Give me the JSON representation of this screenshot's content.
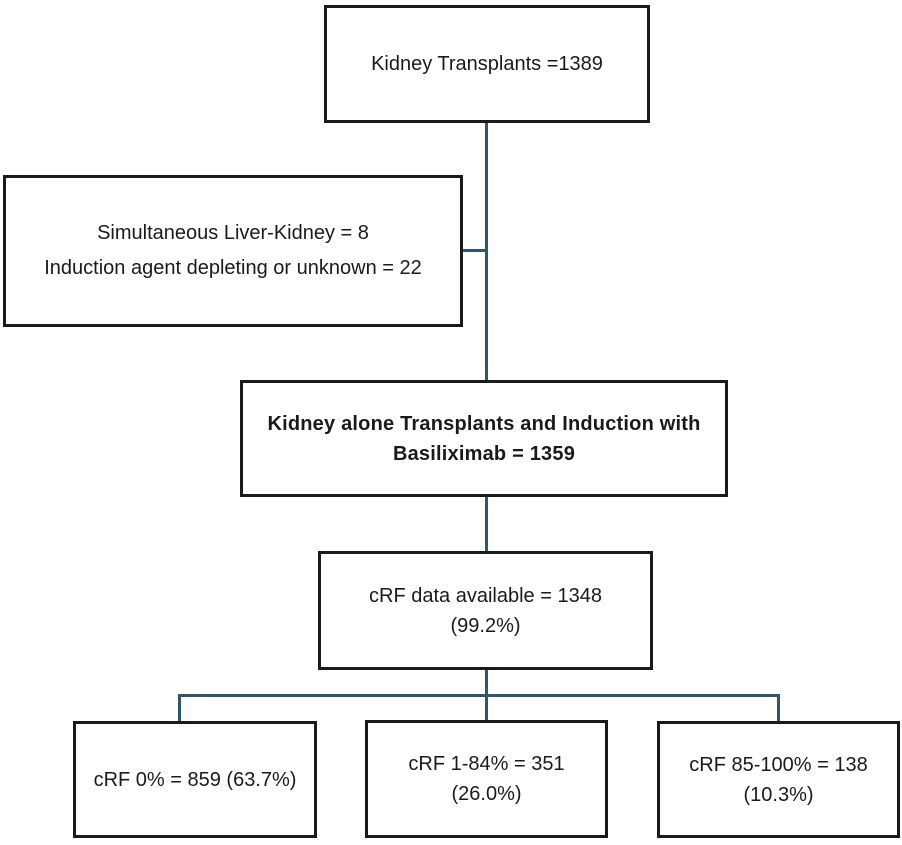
{
  "diagram": {
    "type": "flowchart",
    "colors": {
      "connector": "#31566c",
      "box_border": "#1a1a1a",
      "background": "#ffffff",
      "text": "#1a1a1a"
    },
    "nodes": {
      "kidney_transplants": {
        "line1": "Kidney Transplants =1389"
      },
      "exclusions": {
        "line1": "Simultaneous Liver-Kidney = 8",
        "line2": "Induction agent depleting or unknown = 22"
      },
      "kidney_alone_basiliximab": {
        "line1": "Kidney alone Transplants and Induction with",
        "line2": "Basiliximab = 1359"
      },
      "crf_available": {
        "line1": "cRF data available = 1348",
        "line2": "(99.2%)"
      },
      "crf_0": {
        "line1": "cRF 0% = 859 (63.7%)"
      },
      "crf_1_84": {
        "line1": "cRF 1-84% = 351",
        "line2": "(26.0%)"
      },
      "crf_85_100": {
        "line1": "cRF 85-100% = 138",
        "line2": "(10.3%)"
      }
    }
  }
}
